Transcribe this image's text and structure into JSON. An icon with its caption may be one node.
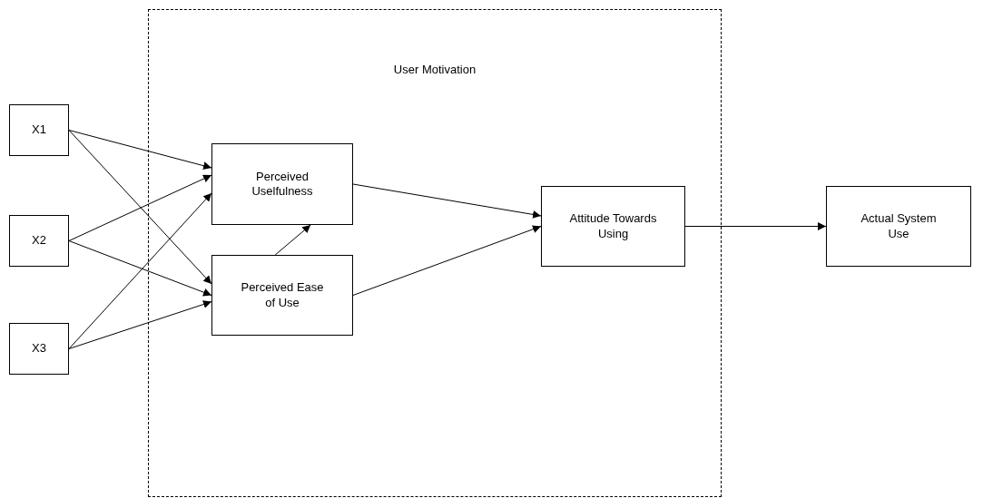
{
  "diagram": {
    "nodes": [
      {
        "text": [
          "User Motivation"
        ]
      },
      {
        "text": [
          "X1"
        ]
      },
      {
        "text": [
          "X2"
        ]
      },
      {
        "text": [
          "X3"
        ]
      },
      {
        "text": [
          "Perceived Uselfulness"
        ],
        "in": 0
      },
      {
        "text": [
          "Perceived Ease of Use"
        ],
        "in": 0
      },
      {
        "text": [
          "Attitude Towards Using"
        ],
        "in": 0
      },
      {
        "text": [
          "Actual System Use"
        ]
      }
    ],
    "edges": [
      {
        "from": 1,
        "to": 4,
        "arrow": "to"
      },
      {
        "from": 1,
        "to": 5,
        "arrow": "to"
      },
      {
        "from": 2,
        "to": 4,
        "arrow": "to"
      },
      {
        "from": 2,
        "to": 5,
        "arrow": "to"
      },
      {
        "from": 3,
        "to": 4,
        "arrow": "to"
      },
      {
        "from": 3,
        "to": 5,
        "arrow": "to"
      },
      {
        "from": 5,
        "to": 4,
        "arrow": "to"
      },
      {
        "from": 4,
        "to": 6,
        "arrow": "to"
      },
      {
        "from": 5,
        "to": 6,
        "arrow": "to"
      },
      {
        "from": 6,
        "to": 7,
        "arrow": "to"
      }
    ]
  }
}
